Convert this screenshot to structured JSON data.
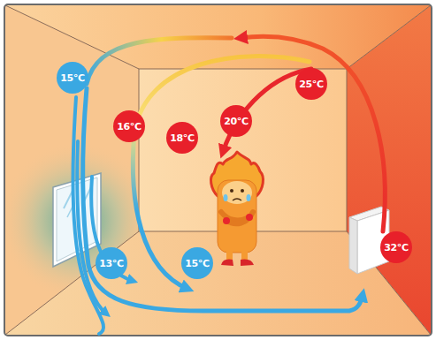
{
  "diagram": {
    "nodes": [
      {
        "text": [
          "15℃"
        ]
      },
      {
        "text": [
          "25℃"
        ]
      },
      {
        "text": [
          "20℃"
        ]
      },
      {
        "text": [
          "16℃"
        ]
      },
      {
        "text": [
          "18℃"
        ]
      },
      {
        "text": [
          "32℃"
        ]
      },
      {
        "text": [
          "13℃"
        ]
      },
      {
        "text": [
          "15℃"
        ]
      }
    ]
  }
}
